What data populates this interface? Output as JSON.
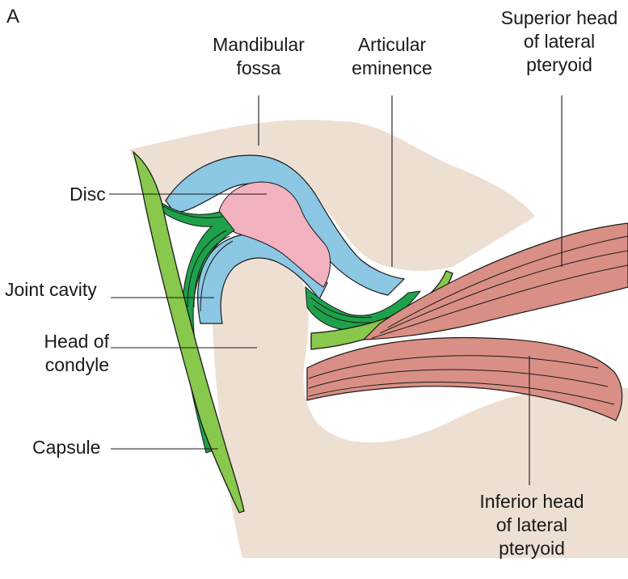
{
  "figure": {
    "panel_letter": "A",
    "colors": {
      "bone": "#eedfd3",
      "disc": "#f2b2c0",
      "cartilage": "#8cc7e4",
      "ligament": "#1fa04b",
      "capsule": "#88c84c",
      "muscle": "#d98f85",
      "outline": "#1a1a1a"
    },
    "labels": {
      "mandibular_fossa": [
        "Mandibular",
        "fossa"
      ],
      "articular_eminence": [
        "Articular",
        "eminence"
      ],
      "superior_head": [
        "Superior head",
        "of lateral",
        "pteryoid"
      ],
      "disc": "Disc",
      "joint_cavity": "Joint cavity",
      "head_of_condyle": [
        "Head of",
        "condyle"
      ],
      "capsule": "Capsule",
      "inferior_head": [
        "Inferior head",
        "of lateral",
        "pteryoid"
      ]
    }
  }
}
